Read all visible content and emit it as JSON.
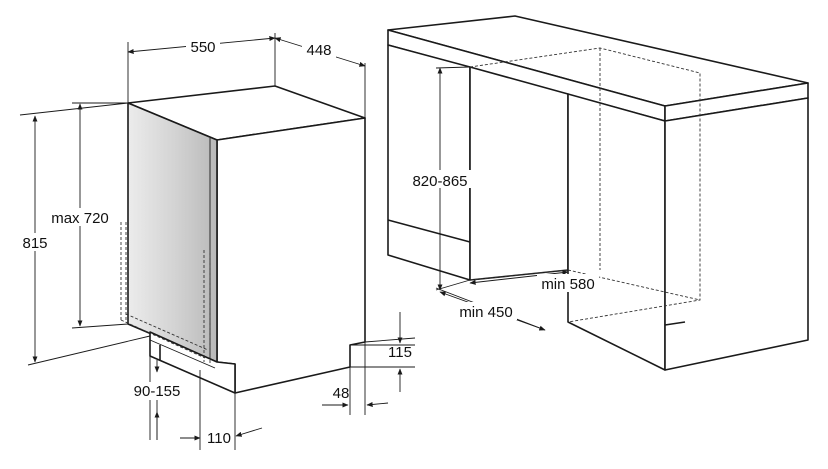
{
  "left_figure": {
    "width": "550",
    "depth": "448",
    "height": "815",
    "max_height": "max 720",
    "plinth_height": "115",
    "plinth_depth": "48",
    "foot_adjust": "90-155",
    "foot_depth": "110"
  },
  "right_figure": {
    "niche_height": "820-865",
    "niche_depth": "min 580",
    "niche_width": "min 450"
  },
  "colors": {
    "door_light": "#ececec",
    "door_dark": "#b9b9b9",
    "line": "#1a1a1a"
  }
}
